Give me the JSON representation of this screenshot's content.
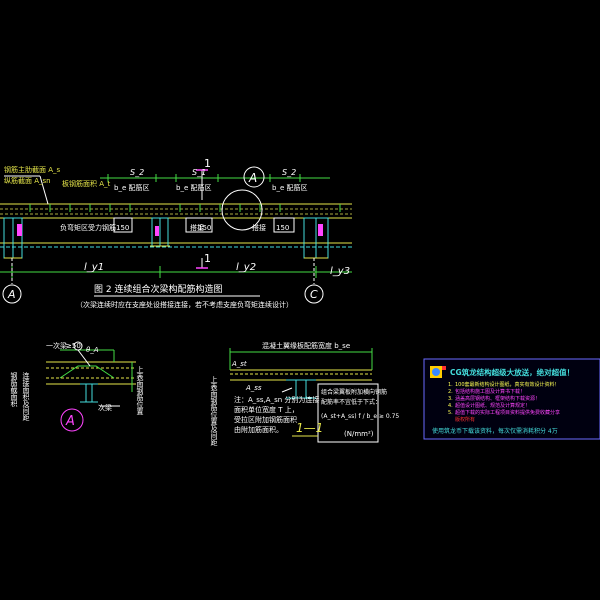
{
  "colors": {
    "background": "#000000",
    "slab": "#e6e64a",
    "dim": "#44dd44",
    "text": "#ffffff",
    "cyan": "#44dddd",
    "magenta": "#ff44ff",
    "blue": "#6a6aff",
    "red": "#ff3030",
    "panel_border": "#6a6aff",
    "panel_text": "#44dddd",
    "panel_warning": "#ff44ff",
    "panel_bullet_yellow": "#ffff55"
  },
  "main": {
    "grid_labels": [
      "A",
      "C"
    ],
    "section_mark": "1",
    "detail_mark": "A",
    "spans": [
      "l_y1",
      "l_y2",
      "l_y3"
    ],
    "spacing_labels": [
      "S_2",
      "S_1",
      "S_2"
    ],
    "zone_labels": [
      "150",
      "150",
      "150"
    ],
    "callouts_left": [
      "钢筋主肋截面 A_s",
      "纵筋截面 A_sn",
      "板钢筋面积 A_t"
    ],
    "callouts_top": [
      "b_e 配筋区",
      "b_e 配筋区",
      "b_e 配筋区"
    ],
    "mid_labels": [
      "负弯矩区受力钢筋",
      "搭接",
      "搭接"
    ],
    "title": "图 2  连续组合次梁构配筋构造图",
    "subtitle": "（次梁连续时应在支座处设搭接连接，若不考虑支座负弯矩连续设计）"
  },
  "detailA": {
    "mark": "A",
    "dim_top": "≥50",
    "angle_label": "θ_A",
    "labels_left": [
      "钢筋截面积",
      "连接面积及间距"
    ],
    "labels_right": [
      "上表面钢筋位置",
      "次梁"
    ],
    "leader": "一次梁"
  },
  "section11": {
    "mark": "1—1",
    "top_label": "混凝土翼缘板配筋宽度 b_se",
    "left_labels": [
      "A_st",
      "A_ss"
    ],
    "vertical_label": "上表面钢筋位置及间距",
    "note_lines": [
      "注：A_ss,A_sn 分别为连接",
      "面积单位宽度 T 上，",
      "受拉区附加钢筋面积",
      "由附加筋面积。"
    ],
    "box_lines": [
      "组合梁翼板附加横向钢筋",
      "配筋率不宜低于下式：",
      "(A_st+A_ss) f / b_e ≥ 0.75",
      "(N/mm²)"
    ]
  },
  "panel": {
    "title": "CG筑龙结构超级大放送，绝对超值！",
    "items": [
      "100套最新结构设计图纸，真实有效设计资料！",
      "包括结构施工图及计算书下载！",
      "涵盖高层钢结构、框架结构下载资源！",
      "超值设计图纸、规范及计算规定！",
      "超值下载的实际工程项目资料提供免费收藏分享",
      "版权所有"
    ],
    "footer": "使用筑龙币下载该资料，每次仅需消耗积分 4万"
  }
}
